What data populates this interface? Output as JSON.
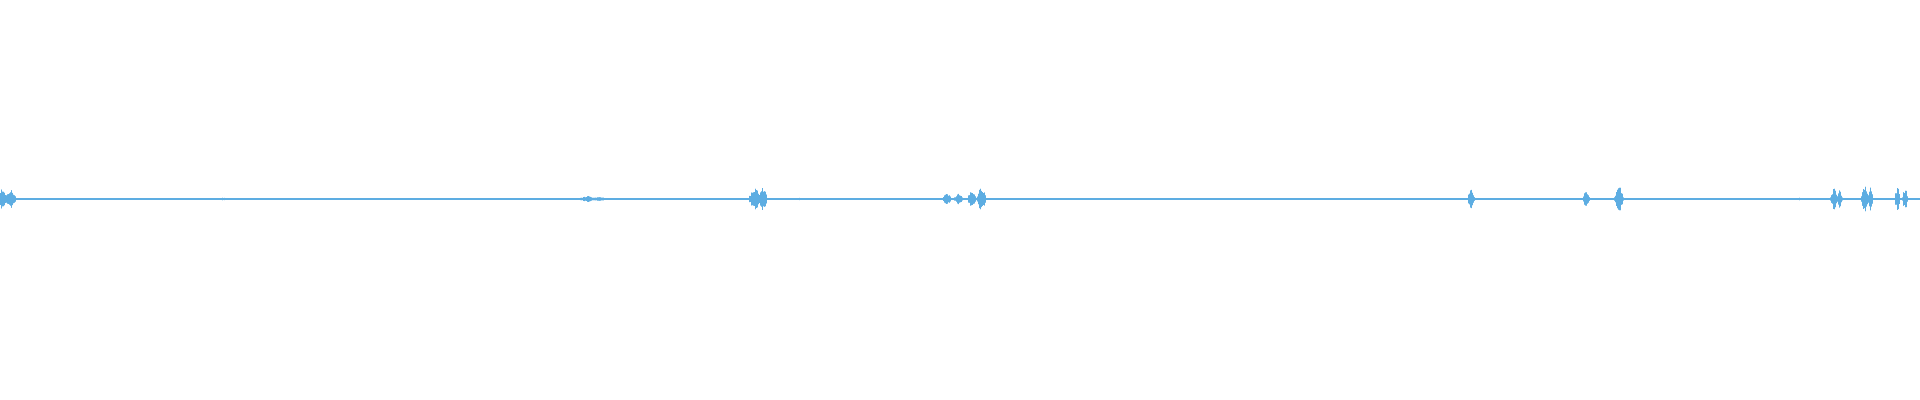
{
  "waveform": {
    "color": "#5dade2",
    "background": "#ffffff",
    "baseline_amplitude": 0.004,
    "bursts": [
      {
        "t": 0.0005,
        "amp": 0.048,
        "width": 0.004
      },
      {
        "t": 0.0055,
        "amp": 0.05,
        "width": 0.003
      },
      {
        "t": 0.116,
        "amp": 0.007,
        "width": 0.004
      },
      {
        "t": 0.135,
        "amp": 0.006,
        "width": 0.006
      },
      {
        "t": 0.306,
        "amp": 0.016,
        "width": 0.005
      },
      {
        "t": 0.312,
        "amp": 0.01,
        "width": 0.006
      },
      {
        "t": 0.393,
        "amp": 0.06,
        "width": 0.0035
      },
      {
        "t": 0.397,
        "amp": 0.07,
        "width": 0.0025
      },
      {
        "t": 0.416,
        "amp": 0.008,
        "width": 0.002
      },
      {
        "t": 0.493,
        "amp": 0.035,
        "width": 0.0025
      },
      {
        "t": 0.499,
        "amp": 0.032,
        "width": 0.0025
      },
      {
        "t": 0.506,
        "amp": 0.048,
        "width": 0.0025
      },
      {
        "t": 0.511,
        "amp": 0.07,
        "width": 0.0025
      },
      {
        "t": 0.766,
        "amp": 0.055,
        "width": 0.002
      },
      {
        "t": 0.826,
        "amp": 0.05,
        "width": 0.002
      },
      {
        "t": 0.843,
        "amp": 0.075,
        "width": 0.0025
      },
      {
        "t": 0.937,
        "amp": 0.008,
        "width": 0.001
      },
      {
        "t": 0.955,
        "amp": 0.06,
        "width": 0.002
      },
      {
        "t": 0.958,
        "amp": 0.048,
        "width": 0.0015
      },
      {
        "t": 0.971,
        "amp": 0.085,
        "width": 0.002
      },
      {
        "t": 0.974,
        "amp": 0.06,
        "width": 0.0015
      },
      {
        "t": 0.988,
        "amp": 0.07,
        "width": 0.0015
      },
      {
        "t": 0.992,
        "amp": 0.065,
        "width": 0.0015
      }
    ]
  }
}
